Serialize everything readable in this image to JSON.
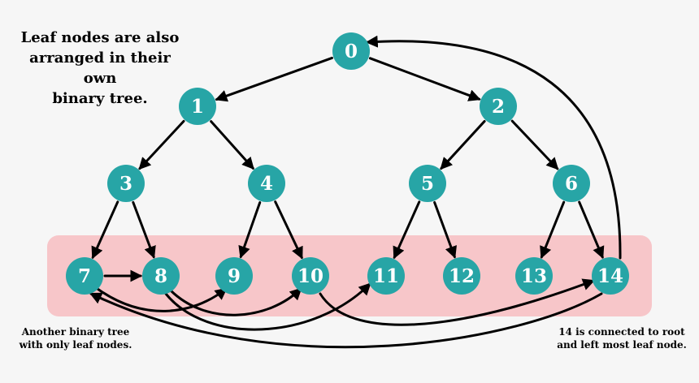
{
  "annotations": {
    "title_note": [
      "Leaf nodes are also",
      "arranged in their own",
      "binary tree."
    ],
    "left_note": [
      "Another binary tree",
      "with only leaf nodes."
    ],
    "right_note": [
      "14 is connected to root",
      "and left most leaf node."
    ]
  },
  "colors": {
    "node_fill": "#27a5a6",
    "leaf_band": "#f7c6c9",
    "edge": "#000000",
    "background": "#f6f6f6"
  },
  "nodes": [
    {
      "id": "0",
      "label": "0"
    },
    {
      "id": "1",
      "label": "1"
    },
    {
      "id": "2",
      "label": "2"
    },
    {
      "id": "3",
      "label": "3"
    },
    {
      "id": "4",
      "label": "4"
    },
    {
      "id": "5",
      "label": "5"
    },
    {
      "id": "6",
      "label": "6"
    },
    {
      "id": "7",
      "label": "7"
    },
    {
      "id": "8",
      "label": "8"
    },
    {
      "id": "9",
      "label": "9"
    },
    {
      "id": "10",
      "label": "10"
    },
    {
      "id": "11",
      "label": "11"
    },
    {
      "id": "12",
      "label": "12"
    },
    {
      "id": "13",
      "label": "13"
    },
    {
      "id": "14",
      "label": "14"
    }
  ],
  "edges": [
    {
      "from": "0",
      "to": "1"
    },
    {
      "from": "0",
      "to": "2"
    },
    {
      "from": "1",
      "to": "3"
    },
    {
      "from": "1",
      "to": "4"
    },
    {
      "from": "2",
      "to": "5"
    },
    {
      "from": "2",
      "to": "6"
    },
    {
      "from": "3",
      "to": "7"
    },
    {
      "from": "3",
      "to": "8"
    },
    {
      "from": "4",
      "to": "9"
    },
    {
      "from": "4",
      "to": "10"
    },
    {
      "from": "5",
      "to": "11"
    },
    {
      "from": "5",
      "to": "12"
    },
    {
      "from": "6",
      "to": "13"
    },
    {
      "from": "6",
      "to": "14"
    },
    {
      "from": "7",
      "to": "8"
    },
    {
      "from": "7",
      "to": "9"
    },
    {
      "from": "8",
      "to": "10"
    },
    {
      "from": "8",
      "to": "11"
    },
    {
      "from": "10",
      "to": "14"
    },
    {
      "from": "14",
      "to": "0"
    },
    {
      "from": "14",
      "to": "7"
    }
  ]
}
